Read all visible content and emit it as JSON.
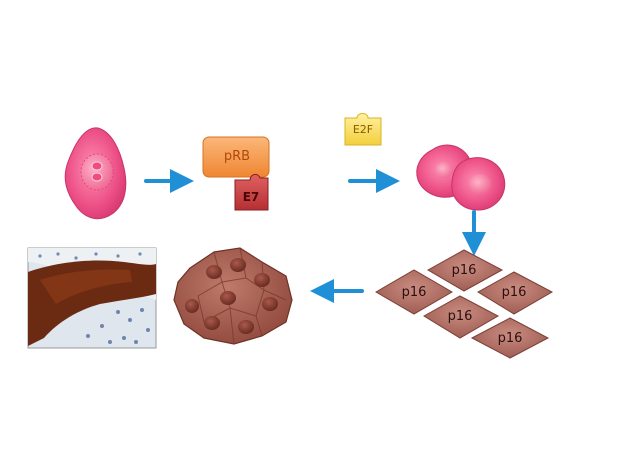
{
  "labels": {
    "prb": "pRB",
    "e7": "E7",
    "e2f": "E2F",
    "p16": [
      "p16",
      "p16",
      "p16",
      "p16",
      "p16"
    ]
  },
  "colors": {
    "normal_cell": "#e8457f",
    "prb_box": "#f3923f",
    "e7_piece": "#c43a3a",
    "e2f_piece": "#f7dd5c",
    "p16_cell": "#a9685e",
    "tissue_cell": "#9b5246",
    "arrow": "#1f8fd6"
  },
  "icons": [
    "normal-cell-icon",
    "prb-e7-complex-icon",
    "e2f-factor-icon",
    "proliferating-cells-icon",
    "p16-cell-icon",
    "tumor-cell-cluster-icon",
    "ihc-micrograph-image"
  ]
}
